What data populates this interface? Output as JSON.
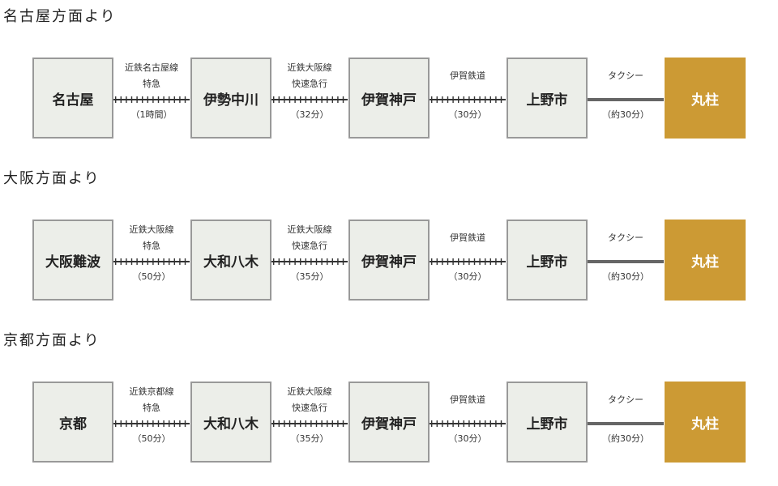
{
  "routes": [
    {
      "title": "名古屋方面より",
      "stations": [
        "名古屋",
        "伊勢中川",
        "伊賀神戸",
        "上野市",
        "丸柱"
      ],
      "segments": [
        {
          "line": "近鉄名古屋線",
          "service": "特急",
          "time": "（1時間）",
          "mode": "rail"
        },
        {
          "line": "近鉄大阪線",
          "service": "快速急行",
          "time": "（32分）",
          "mode": "rail"
        },
        {
          "line": "伊賀鉄道",
          "service": "",
          "time": "（30分）",
          "mode": "rail"
        },
        {
          "line": "タクシー",
          "service": "",
          "time": "（約30分）",
          "mode": "taxi"
        }
      ]
    },
    {
      "title": "大阪方面より",
      "stations": [
        "大阪難波",
        "大和八木",
        "伊賀神戸",
        "上野市",
        "丸柱"
      ],
      "segments": [
        {
          "line": "近鉄大阪線",
          "service": "特急",
          "time": "（50分）",
          "mode": "rail"
        },
        {
          "line": "近鉄大阪線",
          "service": "快速急行",
          "time": "（35分）",
          "mode": "rail"
        },
        {
          "line": "伊賀鉄道",
          "service": "",
          "time": "（30分）",
          "mode": "rail"
        },
        {
          "line": "タクシー",
          "service": "",
          "time": "（約30分）",
          "mode": "taxi"
        }
      ]
    },
    {
      "title": "京都方面より",
      "stations": [
        "京都",
        "大和八木",
        "伊賀神戸",
        "上野市",
        "丸柱"
      ],
      "segments": [
        {
          "line": "近鉄京都線",
          "service": "特急",
          "time": "（50分）",
          "mode": "rail"
        },
        {
          "line": "近鉄大阪線",
          "service": "快速急行",
          "time": "（35分）",
          "mode": "rail"
        },
        {
          "line": "伊賀鉄道",
          "service": "",
          "time": "（30分）",
          "mode": "rail"
        },
        {
          "line": "タクシー",
          "service": "",
          "time": "（約30分）",
          "mode": "taxi"
        }
      ]
    }
  ],
  "colors": {
    "station_bg": "#eceee9",
    "station_border": "#999999",
    "destination_bg": "#cc9a34",
    "rail": "#333333",
    "taxi": "#666666"
  }
}
